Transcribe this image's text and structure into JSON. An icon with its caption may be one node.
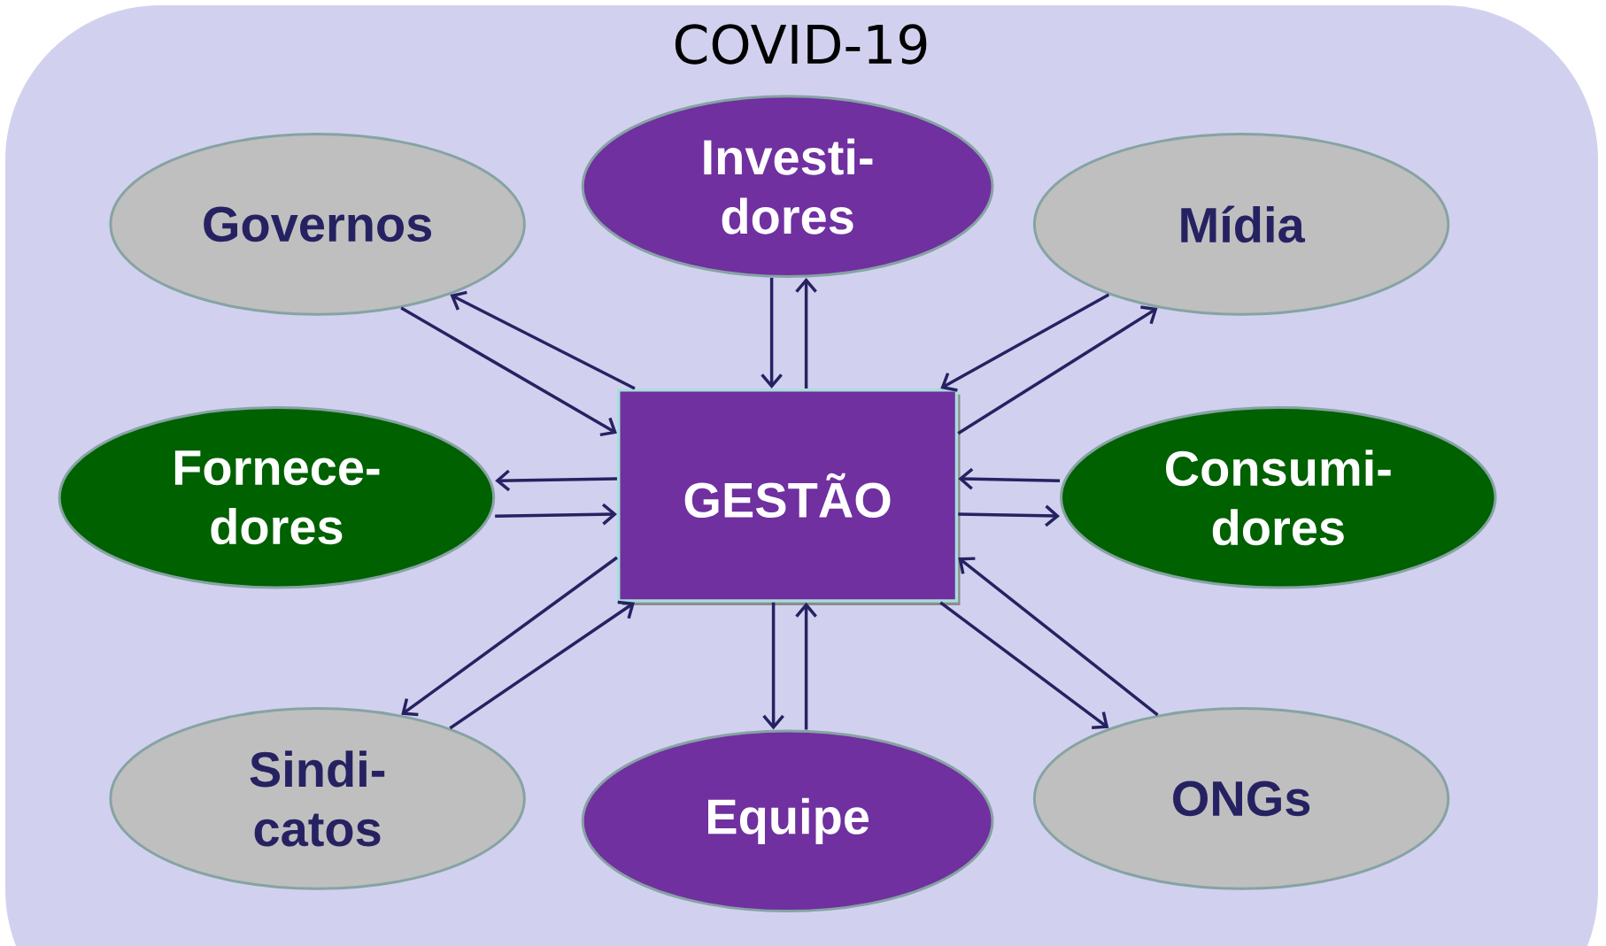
{
  "diagram": {
    "title": "COVID-19",
    "nodes": [
      {
        "text": [
          "Governos"
        ]
      },
      {
        "text": [
          "Investi- dores"
        ]
      },
      {
        "text": [
          "Mídia"
        ]
      },
      {
        "text": [
          "Fornece- dores"
        ]
      },
      {
        "text": [
          "GESTÃO"
        ]
      },
      {
        "text": [
          "Consumi- dores"
        ]
      },
      {
        "text": [
          "Sindi- catos"
        ]
      },
      {
        "text": [
          "Equipe"
        ]
      },
      {
        "text": [
          "ONGs"
        ]
      }
    ],
    "edges": [
      {
        "from": 0,
        "to": 4,
        "arrow": "to"
      },
      {
        "from": 4,
        "to": 0,
        "arrow": "to"
      },
      {
        "from": 1,
        "to": 4,
        "arrow": "to"
      },
      {
        "from": 4,
        "to": 1,
        "arrow": "to"
      },
      {
        "from": 2,
        "to": 4,
        "arrow": "to"
      },
      {
        "from": 4,
        "to": 2,
        "arrow": "to"
      },
      {
        "from": 4,
        "to": 3,
        "arrow": "to"
      },
      {
        "from": 3,
        "to": 4,
        "arrow": "to"
      },
      {
        "from": 5,
        "to": 4,
        "arrow": "to"
      },
      {
        "from": 4,
        "to": 5,
        "arrow": "to"
      },
      {
        "from": 4,
        "to": 6,
        "arrow": "to"
      },
      {
        "from": 6,
        "to": 4,
        "arrow": "to"
      },
      {
        "from": 4,
        "to": 7,
        "arrow": "to"
      },
      {
        "from": 7,
        "to": 4,
        "arrow": "to"
      },
      {
        "from": 8,
        "to": 4,
        "arrow": "to"
      },
      {
        "from": 4,
        "to": 8,
        "arrow": "to"
      }
    ]
  }
}
